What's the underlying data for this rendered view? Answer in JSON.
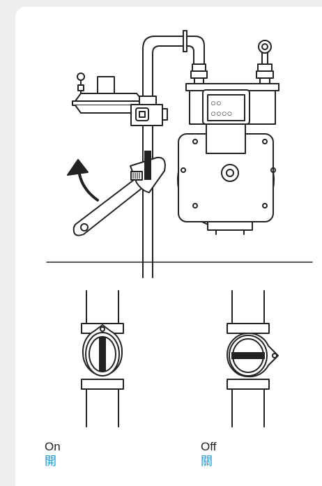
{
  "colors": {
    "background": "#eeeeee",
    "card": "#ffffff",
    "ink": "#222222",
    "accent": "#1a9ad6"
  },
  "valves": [
    {
      "state_en": "On",
      "state_zh": "開"
    },
    {
      "state_en": "Off",
      "state_zh": "關"
    }
  ],
  "meter": {
    "dial_rows": [
      "○○",
      "○○○○"
    ]
  },
  "icons": [
    "rotate-arrow-icon",
    "wrench-icon"
  ]
}
